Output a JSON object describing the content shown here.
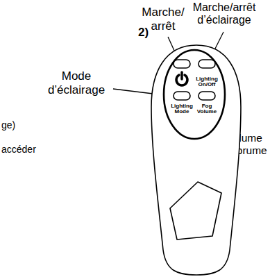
{
  "diagram": {
    "nodes": [
      {
        "text": [
          "Lighting On/Off",
          "Lighting Mode",
          "Fog Volume"
        ]
      }
    ],
    "labels": [
      "2)",
      "Marche/ arrêt",
      "Marche/arrêt d’éclairage",
      "Mode d’éclairage",
      "Volume de brume",
      "ge)",
      "accéder"
    ]
  }
}
